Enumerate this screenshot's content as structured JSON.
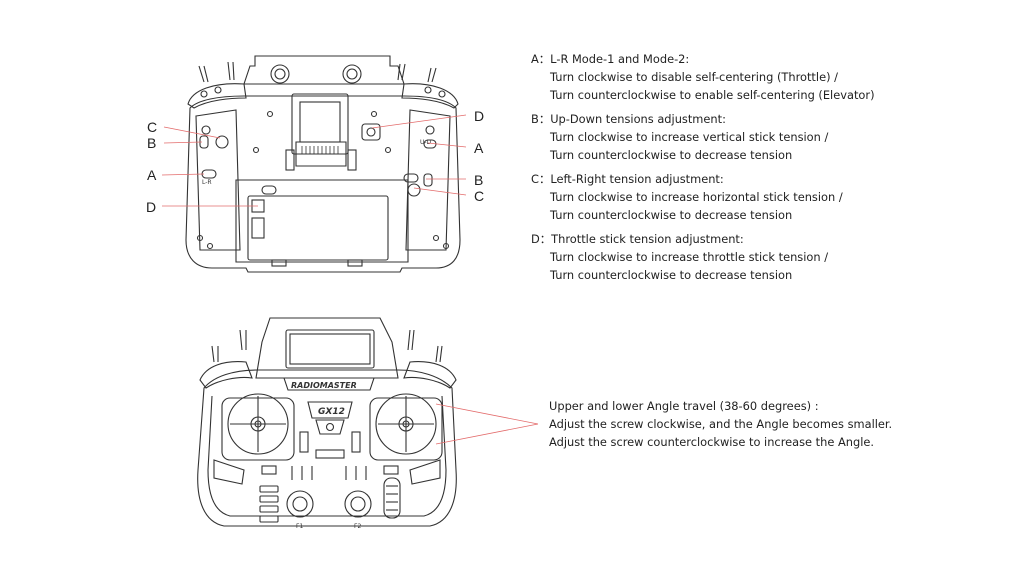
{
  "back_view": {
    "labels": {
      "c_left": "C",
      "b_left": "B",
      "a_left": "A",
      "d_left": "D",
      "d_right": "D",
      "a_right": "A",
      "b_right": "B",
      "c_right": "C"
    },
    "small_marks": {
      "lr": "L-R",
      "ud": "U-D"
    }
  },
  "notes": [
    {
      "head": "A：L-R Mode-1 and Mode-2:",
      "lines": [
        "Turn clockwise to disable self-centering (Throttle) /",
        "Turn counterclockwise to enable self-centering (Elevator)"
      ]
    },
    {
      "head": "B：Up-Down tensions adjustment:",
      "lines": [
        "Turn clockwise to increase vertical stick tension /",
        "Turn counterclockwise to decrease tension"
      ]
    },
    {
      "head": "C：Left-Right tension adjustment:",
      "lines": [
        "Turn clockwise to increase horizontal stick tension /",
        "Turn counterclockwise to decrease tension"
      ]
    },
    {
      "head": "D：Throttle stick tension adjustment:",
      "lines": [
        "Turn clockwise to increase throttle stick tension /",
        "Turn counterclockwise to decrease tension"
      ]
    }
  ],
  "travel_note": {
    "line1": "Upper and lower Angle travel (38-60 degrees) :",
    "line2": "Adjust the screw clockwise, and the Angle becomes smaller.",
    "line3": "Adjust the screw counterclockwise to increase the Angle."
  },
  "front_view": {
    "brand": "RADIOMASTER",
    "model": "GX12",
    "pot_left": "F1",
    "pot_right": "F2"
  },
  "colors": {
    "outline": "#333333",
    "leader": "#e36b6b",
    "text": "#222222"
  }
}
